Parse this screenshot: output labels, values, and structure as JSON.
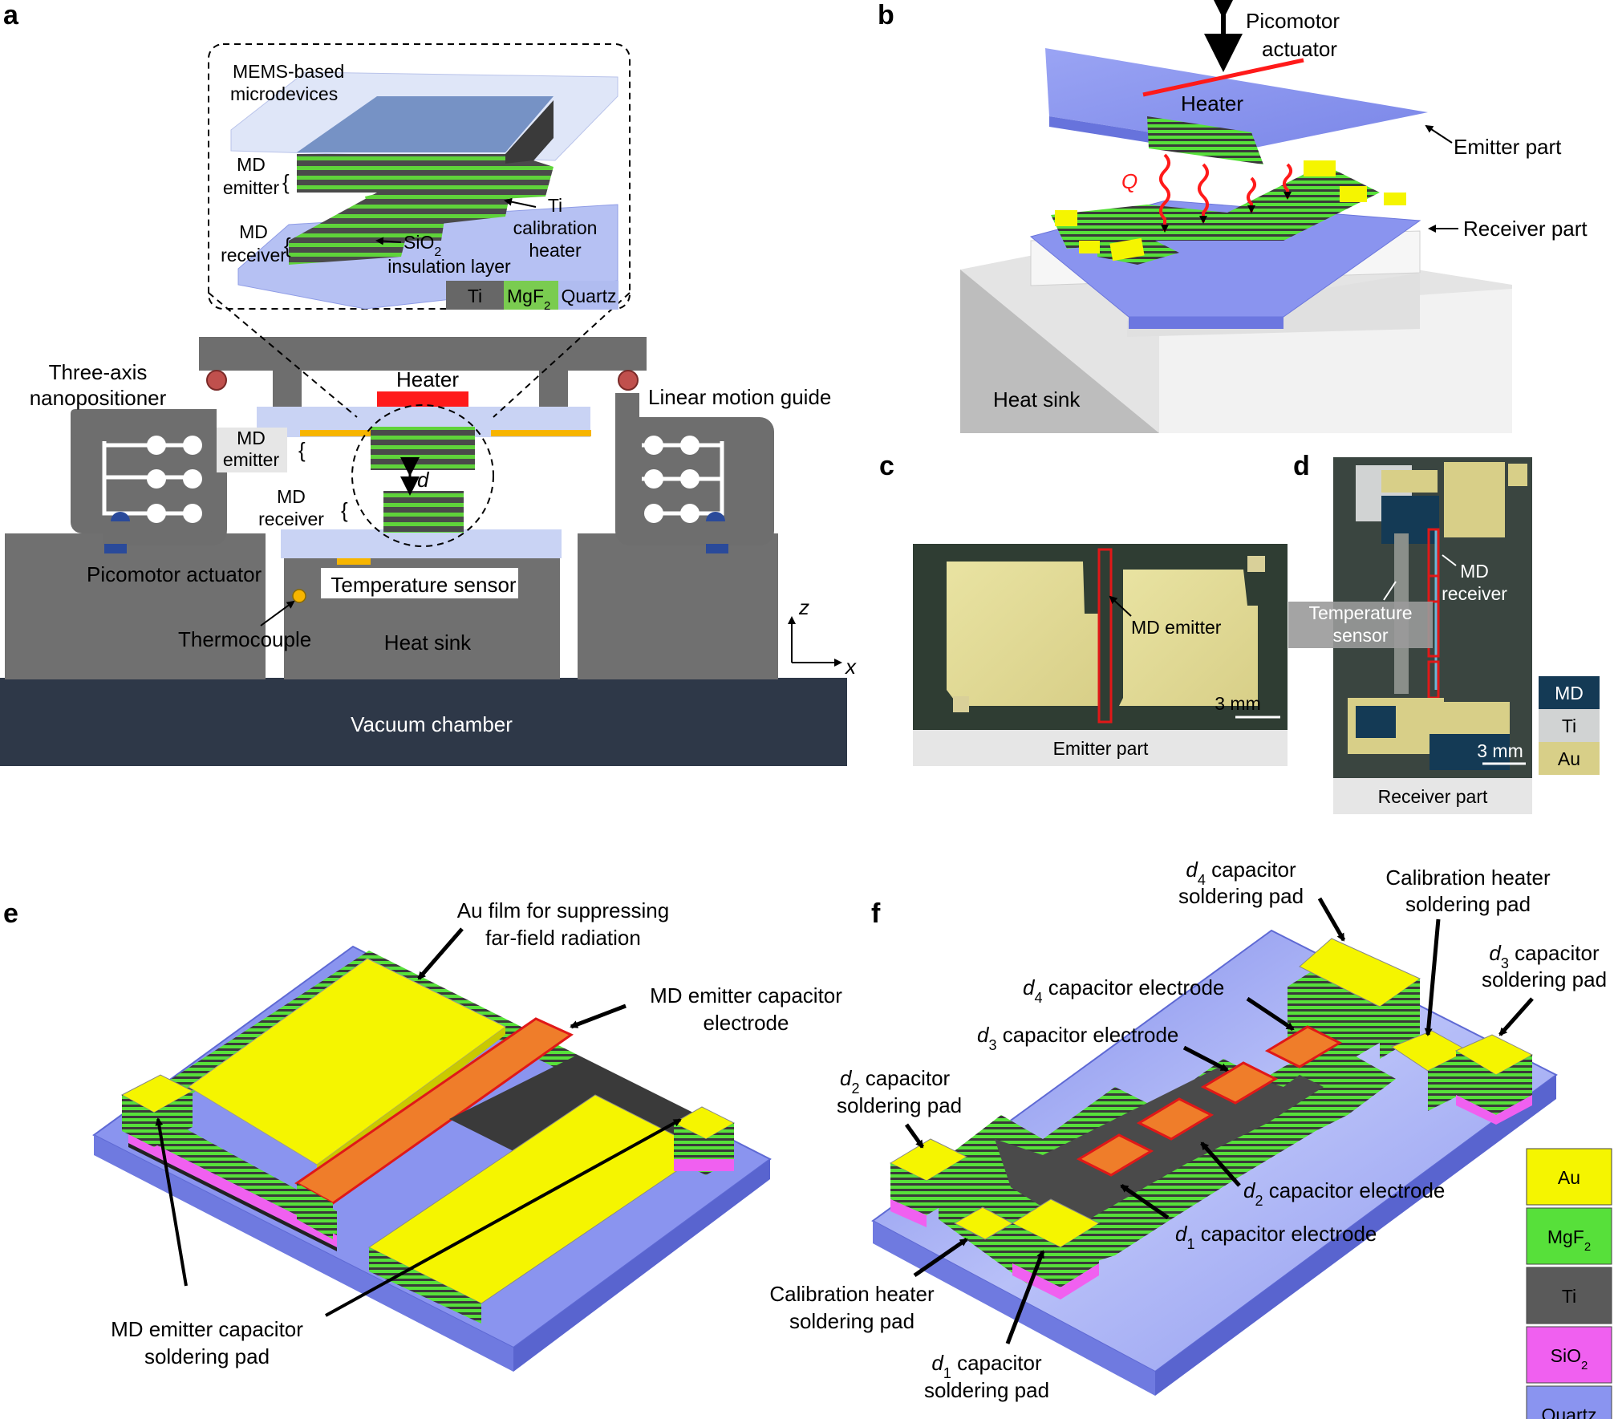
{
  "panels": {
    "a": "a",
    "b": "b",
    "c": "c",
    "d": "d",
    "e": "e",
    "f": "f"
  },
  "a": {
    "inset_title_1": "MEMS-based",
    "inset_title_2": "microdevices",
    "md_emitter_1": "MD",
    "md_emitter_2": "emitter",
    "md_receiver_1": "MD",
    "md_receiver_2": "receiver",
    "ti_heater_1": "Ti",
    "ti_heater_2": "calibration",
    "ti_heater_3": "heater",
    "sio2_1": "SiO",
    "sio2_sub": "2",
    "sio2_2": "insulation layer",
    "legend_ti": "Ti",
    "legend_mgf2": "MgF",
    "legend_mgf2_sub": "2",
    "legend_quartz": "Quartz",
    "nanopositioner_1": "Three-axis",
    "nanopositioner_2": "nanopositioner",
    "heater": "Heater",
    "linear_guide": "Linear motion guide",
    "gap": "d",
    "picomotor": "Picomotor actuator",
    "temp_sensor": "Temperature sensor",
    "thermocouple": "Thermocouple",
    "heat_sink": "Heat sink",
    "vacuum": "Vacuum chamber",
    "axis_z": "z",
    "axis_x": "x"
  },
  "b": {
    "picomotor_1": "Picomotor",
    "picomotor_2": "actuator",
    "heater": "Heater",
    "emitter_part": "Emitter part",
    "q": "Q",
    "receiver_part": "Receiver part",
    "heat_sink": "Heat sink"
  },
  "c": {
    "md_emitter": "MD emitter",
    "scale": "3 mm",
    "caption": "Emitter part"
  },
  "d": {
    "temp_1": "Temperature",
    "temp_2": "sensor",
    "md_1": "MD",
    "md_2": "receiver",
    "scale": "3 mm",
    "caption": "Receiver part",
    "legend": [
      "MD",
      "Ti",
      "Au"
    ]
  },
  "e": {
    "au_film_1": "Au film for suppressing",
    "au_film_2": "far-field radiation",
    "electrode_1": "MD emitter capacitor",
    "electrode_2": "electrode",
    "pad_1": "MD emitter capacitor",
    "pad_2": "soldering pad"
  },
  "f": {
    "d4pad_var": "d",
    "d4pad_sub": "4",
    "d4pad_1": " capacitor",
    "d4pad_2": "soldering pad",
    "calpad_top_1": "Calibration heater",
    "calpad_top_2": "soldering pad",
    "d3pad_var": "d",
    "d3pad_sub": "3",
    "d3pad_1": " capacitor",
    "d3pad_2": "soldering pad",
    "d4el_var": "d",
    "d4el_sub": "4",
    "d4el": " capacitor electrode",
    "d3el_var": "d",
    "d3el_sub": "3",
    "d3el": " capacitor electrode",
    "d2pad_var": "d",
    "d2pad_sub": "2",
    "d2pad_1": " capacitor",
    "d2pad_2": "soldering pad",
    "d2el_var": "d",
    "d2el_sub": "2",
    "d2el": " capacitor electrode",
    "d1el_var": "d",
    "d1el_sub": "1",
    "d1el": " capacitor electrode",
    "calpad_bot_1": "Calibration heater",
    "calpad_bot_2": "soldering pad",
    "d1pad_var": "d",
    "d1pad_sub": "1",
    "d1pad_1": " capacitor",
    "d1pad_2": "soldering pad"
  },
  "legend_f": [
    {
      "label": "Au",
      "sub": "",
      "color": "#f5f500"
    },
    {
      "label": "MgF",
      "sub": "2",
      "color": "#57e03a"
    },
    {
      "label": "Ti",
      "sub": "",
      "color": "#5a5a5a"
    },
    {
      "label": "SiO",
      "sub": "2",
      "color": "#f060f0"
    },
    {
      "label": "Quartz",
      "sub": "",
      "color": "#8a94f0"
    }
  ],
  "colors": {
    "au": "#f5f500",
    "mgf2": "#57e03a",
    "ti": "#5a5a5a",
    "sio2": "#f060f0",
    "quartz": "#8a94f0",
    "electrode": "#ef7d2a",
    "heater": "#ff1a1a",
    "vacuum": "#2e3848"
  }
}
